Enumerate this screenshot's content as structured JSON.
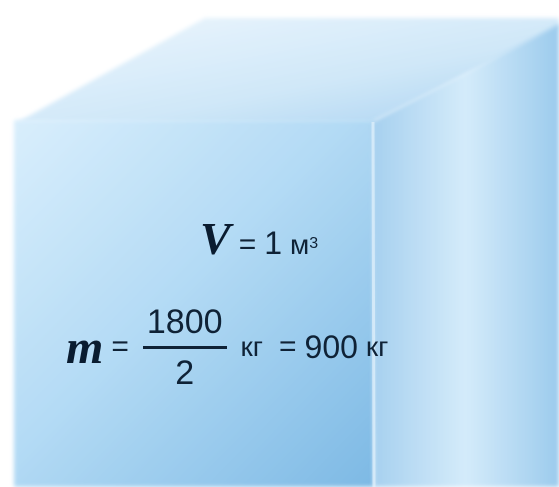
{
  "colors": {
    "front_face_light": "#d6ecfb",
    "front_face_mid": "#a9d4f2",
    "front_face_dark": "#7fbbe6",
    "top_face_light": "#e8f4fc",
    "top_face_dark": "#b8dbf3",
    "side_face_light": "#cfe6f8",
    "side_face_dark": "#8fc3ea",
    "text": "#0f2236"
  },
  "volume": {
    "symbol": "V",
    "equals": "=",
    "value": "1",
    "unit": "м",
    "exponent": "3"
  },
  "mass": {
    "symbol": "m",
    "equals": "=",
    "numerator": "1800",
    "denominator": "2",
    "unit1": "кг",
    "equals2": "=",
    "result": "900",
    "unit2": "кг"
  }
}
